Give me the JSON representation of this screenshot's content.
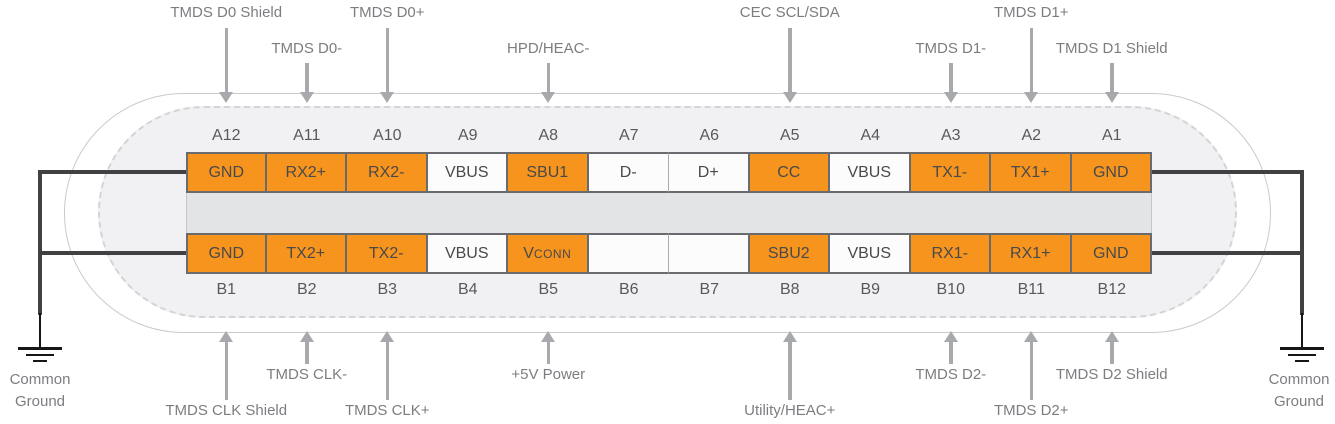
{
  "colors": {
    "pin_orange": "#f7941e",
    "pin_white": "#fcfcfd",
    "cell_border": "#6a6b6e",
    "connector_body_fill": "#f1f1f3",
    "arrow_gray": "#a7a9ac",
    "wire_dark": "#414144",
    "label_gray": "#7b7d80"
  },
  "connector": {
    "pins_a": [
      {
        "number": "A12",
        "label": "GND",
        "filled": true
      },
      {
        "number": "A11",
        "label": "RX2+",
        "filled": true
      },
      {
        "number": "A10",
        "label": "RX2-",
        "filled": true
      },
      {
        "number": "A9",
        "label": "VBUS",
        "filled": false
      },
      {
        "number": "A8",
        "label": "SBU1",
        "filled": true
      },
      {
        "number": "A7",
        "label": "D-",
        "filled": false
      },
      {
        "number": "A6",
        "label": "D+",
        "filled": false
      },
      {
        "number": "A5",
        "label": "CC",
        "filled": true
      },
      {
        "number": "A4",
        "label": "VBUS",
        "filled": false
      },
      {
        "number": "A3",
        "label": "TX1-",
        "filled": true
      },
      {
        "number": "A2",
        "label": "TX1+",
        "filled": true
      },
      {
        "number": "A1",
        "label": "GND",
        "filled": true
      }
    ],
    "pins_b": [
      {
        "number": "B1",
        "label": "GND",
        "filled": true
      },
      {
        "number": "B2",
        "label": "TX2+",
        "filled": true
      },
      {
        "number": "B3",
        "label": "TX2-",
        "filled": true
      },
      {
        "number": "B4",
        "label": "VBUS",
        "filled": false
      },
      {
        "number": "B5",
        "label": "VCONN",
        "filled": true,
        "small_caps_after_first": true
      },
      {
        "number": "B6",
        "label": "",
        "filled": false
      },
      {
        "number": "B7",
        "label": "",
        "filled": false
      },
      {
        "number": "B8",
        "label": "SBU2",
        "filled": true
      },
      {
        "number": "B9",
        "label": "VBUS",
        "filled": false
      },
      {
        "number": "B10",
        "label": "RX1-",
        "filled": true
      },
      {
        "number": "B11",
        "label": "RX1+",
        "filled": true
      },
      {
        "number": "B12",
        "label": "GND",
        "filled": true
      }
    ]
  },
  "callouts": {
    "top": [
      {
        "label": "TMDS D0 Shield",
        "column": 1,
        "tier": "far"
      },
      {
        "label": "TMDS D0-",
        "column": 2,
        "tier": "near"
      },
      {
        "label": "TMDS D0+",
        "column": 3,
        "tier": "far"
      },
      {
        "label": "HPD/HEAC-",
        "column": 5,
        "tier": "near"
      },
      {
        "label": "CEC SCL/SDA",
        "column": 8,
        "tier": "far"
      },
      {
        "label": "TMDS D1-",
        "column": 10,
        "tier": "near"
      },
      {
        "label": "TMDS D1+",
        "column": 11,
        "tier": "far"
      },
      {
        "label": "TMDS D1 Shield",
        "column": 12,
        "tier": "near"
      }
    ],
    "bottom": [
      {
        "label": "TMDS CLK Shield",
        "column": 1,
        "tier": "far"
      },
      {
        "label": "TMDS CLK-",
        "column": 2,
        "tier": "near"
      },
      {
        "label": "TMDS CLK+",
        "column": 3,
        "tier": "far"
      },
      {
        "label": "+5V Power",
        "column": 5,
        "tier": "near"
      },
      {
        "label": "Utility/HEAC+",
        "column": 8,
        "tier": "far"
      },
      {
        "label": "TMDS D2-",
        "column": 10,
        "tier": "near"
      },
      {
        "label": "TMDS D2+",
        "column": 11,
        "tier": "far"
      },
      {
        "label": "TMDS D2 Shield",
        "column": 12,
        "tier": "near"
      }
    ]
  },
  "grounds": {
    "left_label": "Common Ground",
    "right_label": "Common Ground"
  }
}
